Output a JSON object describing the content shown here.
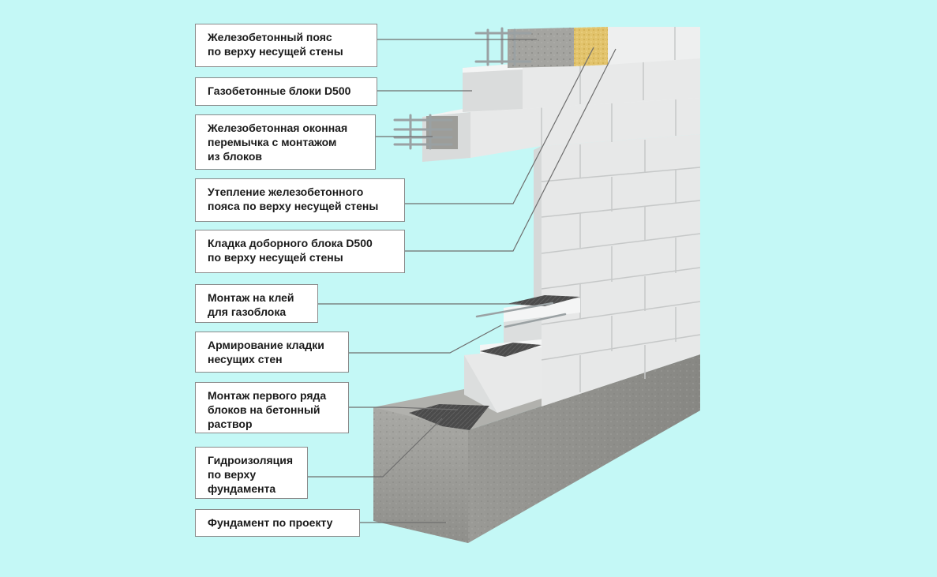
{
  "colors": {
    "background": "#c4f8f6",
    "block_front": "#e9eaea",
    "block_top": "#f6f7f7",
    "block_side": "#d3d5d5",
    "concrete": "#9b9b98",
    "insulation": "#e0c26a",
    "membrane": "#4a4a4a",
    "leader": "#777777"
  },
  "labels": [
    {
      "id": "belt",
      "lines": [
        "Железобетонный пояс",
        "по верху несущей стены"
      ]
    },
    {
      "id": "blocks",
      "lines": [
        "Газобетонные блоки D500"
      ]
    },
    {
      "id": "lintel",
      "lines": [
        "Железобетонная оконная",
        "перемычка с монтажом",
        "из блоков"
      ]
    },
    {
      "id": "insulation",
      "lines": [
        "Утепление железобетонного",
        "пояса по верху несущей стены"
      ]
    },
    {
      "id": "filler",
      "lines": [
        "Кладка доборного блока D500",
        "по верху несущей стены"
      ]
    },
    {
      "id": "glue",
      "lines": [
        "Монтаж на клей",
        "для газоблока"
      ]
    },
    {
      "id": "rebar",
      "lines": [
        "Армирование кладки",
        "несущих стен"
      ]
    },
    {
      "id": "first_row",
      "lines": [
        "Монтаж первого ряда",
        "блоков на бетонный",
        "раствор"
      ]
    },
    {
      "id": "waterproof",
      "lines": [
        "Гидроизоляция",
        "по верху",
        "фундамента"
      ]
    },
    {
      "id": "foundation",
      "lines": [
        "Фундамент по проекту"
      ]
    }
  ]
}
